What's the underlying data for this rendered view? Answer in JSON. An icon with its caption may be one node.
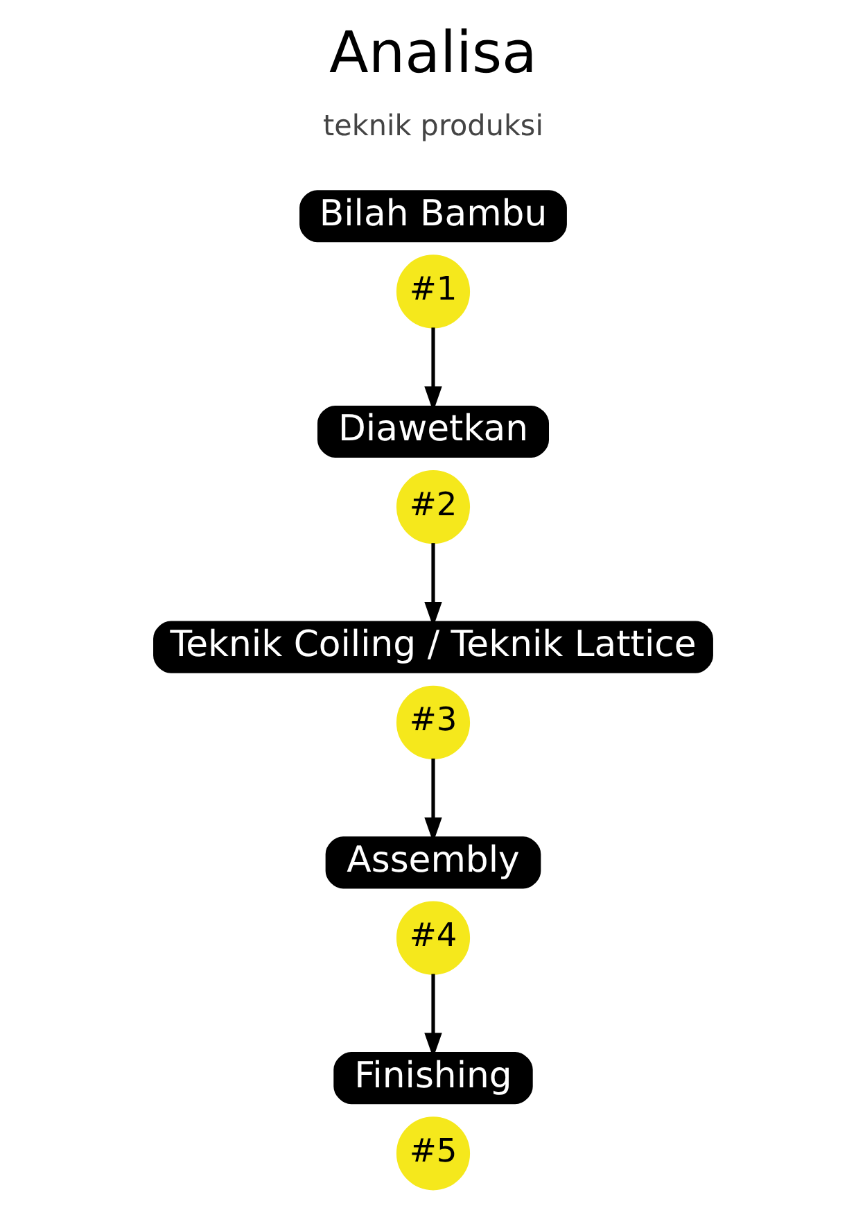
{
  "diagram": {
    "title": "Analisa",
    "nodes": [
      {
        "text": [
          "Bilah Bambu"
        ]
      },
      {
        "text": [
          "#1"
        ]
      },
      {
        "text": [
          "Diawetkan"
        ]
      },
      {
        "text": [
          "#2"
        ]
      },
      {
        "text": [
          "Teknik Coiling / Teknik Lattice"
        ]
      },
      {
        "text": [
          "#3"
        ]
      },
      {
        "text": [
          "Assembly"
        ]
      },
      {
        "text": [
          "#4"
        ]
      },
      {
        "text": [
          "Finishing"
        ]
      },
      {
        "text": [
          "#5"
        ]
      }
    ],
    "edges": [
      {
        "from": 1,
        "to": 2,
        "arrow": "to"
      },
      {
        "from": 3,
        "to": 4,
        "arrow": "to"
      },
      {
        "from": 5,
        "to": 6,
        "arrow": "to"
      },
      {
        "from": 7,
        "to": 8,
        "arrow": "to"
      }
    ],
    "labels": [
      "teknik produksi"
    ]
  }
}
